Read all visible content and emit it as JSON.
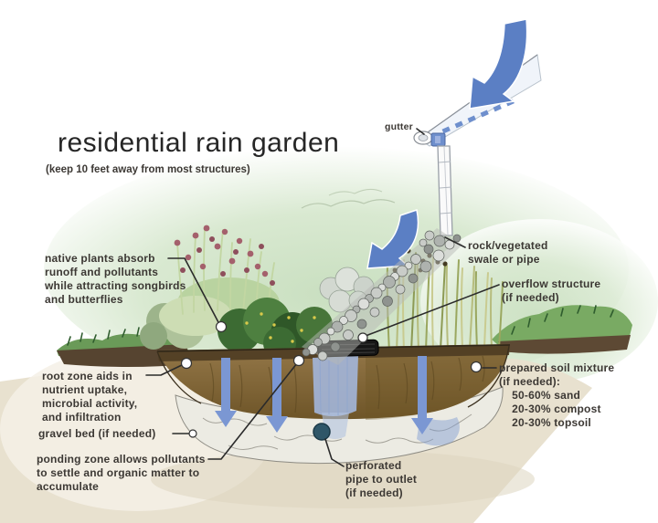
{
  "title": "residential rain garden",
  "subtitle": "(keep 10 feet away from most structures)",
  "labels": {
    "gutter": "gutter",
    "swale": "rock/vegetated\nswale or pipe",
    "overflow": "overflow structure\n(if needed)",
    "native_plants": "native plants absorb\nrunoff and pollutants\nwhile attracting songbirds\nand butterflies",
    "root_zone": "root zone aids in\nnutrient uptake,\nmicrobial activity,\nand infiltration",
    "gravel_bed": "gravel bed (if needed)",
    "ponding_zone": "ponding zone allows pollutants\nto settle and organic matter to\naccumulate",
    "perforated_pipe": "perforated\npipe to outlet\n(if needed)",
    "prepared_soil": "prepared soil mixture\n(if needed):\n    50-60% sand\n    20-30% compost\n    20-30% topsoil"
  },
  "colors": {
    "arrow_blue": "#5b7fc4",
    "infiltration_arrow_blue": "#7b97d3",
    "water_blue": "#a3b6da",
    "soil_brown": "#8a6d3f",
    "soil_dark": "#5c4720",
    "gravel_white": "#ecebe3",
    "grass_green": "#6a9a58",
    "background_green": "#cfe3c6",
    "foreground_beige": "#e8e1cf",
    "rock_gray": "#b0b4b0",
    "leader_line": "#2b2b2b",
    "text_dark": "#3c3834"
  }
}
